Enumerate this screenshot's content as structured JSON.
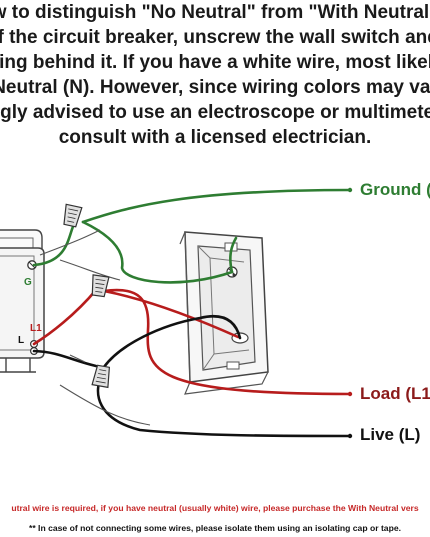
{
  "intro": {
    "lines": [
      "w to distinguish \"No Neutral\" from \"With Neutral\"",
      "ff the circuit breaker, unscrew the wall switch and",
      "iring behind it. If you have a white wire, most likely",
      "Neutral (N). However, since wiring colors may var",
      "ngly advised  to use an electroscope or multimeter",
      "consult with a licensed electrician."
    ]
  },
  "switch_terminals": {
    "ground": "G",
    "line_1": "L1",
    "live": "L"
  },
  "wire_labels": {
    "ground": "Ground (",
    "load": "Load (L1",
    "live": "Live (L)"
  },
  "colors": {
    "ground_wire": "#2e7d32",
    "load_wire": "#b71c1c",
    "live_wire": "#111111",
    "note_red": "#c62828",
    "outline": "#444444"
  },
  "notes": {
    "neutral_note": "utral wire is required, if you have neutral (usually white) wire, please purchase the With Neutral vers",
    "isolate_note": "** In case of not connecting some wires, please isolate them using an isolating cap or tape."
  }
}
